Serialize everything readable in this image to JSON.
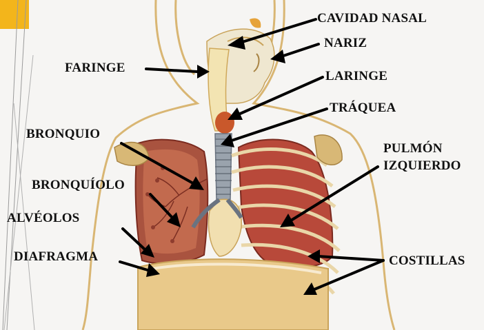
{
  "labels": {
    "cavidad_nasal": "CAVIDAD NASAL",
    "nariz": "NARIZ",
    "faringe": "FARINGE",
    "laringe": "LARINGE",
    "traquea": "TRÁQUEA",
    "bronquio": "BRONQUIO",
    "pulmon_line1": "PULMÓN",
    "pulmon_line2": "IZQUIERDO",
    "bronquiolo": "BRONQUÍOLO",
    "alveolos": "ALVÉOLOS",
    "diafragma": "DIAFRAGMA",
    "costillas": "COSTILLAS"
  },
  "colors": {
    "accent": "#f3b51b",
    "background": "#f6f5f3",
    "lung": "#b8493a",
    "airway": "#f3e4b2",
    "outline": "#d9b673",
    "arrow": "#000000"
  }
}
